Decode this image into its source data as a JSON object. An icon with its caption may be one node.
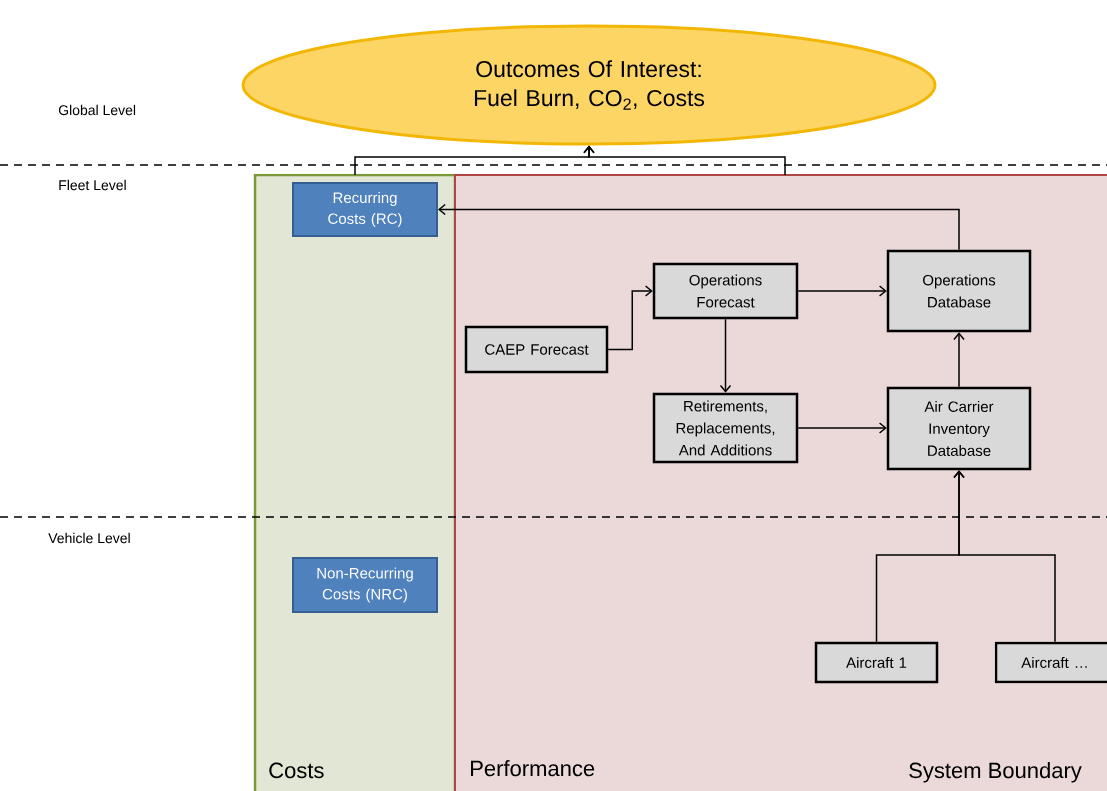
{
  "diagram": {
    "nodes": [
      {
        "text": [
          "Outcomes Of Interest: Fuel Burn, CO$_{2}$, Costs"
        ]
      },
      {
        "text": [
          "Costs"
        ]
      },
      {
        "text": [
          "Performance",
          "System Boundary"
        ]
      },
      {
        "text": [
          "Recurring Costs (RC)"
        ],
        "in": 1
      },
      {
        "text": [
          "Non-Recurring Costs (NRC)"
        ],
        "in": 1
      },
      {
        "text": [
          "CAEP Forecast"
        ],
        "in": 2
      },
      {
        "text": [
          "Operations Forecast"
        ],
        "in": 2
      },
      {
        "text": [
          "Retirements, Replacements, And Additions"
        ],
        "in": 2
      },
      {
        "text": [
          "Operations Database"
        ],
        "in": 2
      },
      {
        "text": [
          "Air Carrier Inventory Database"
        ],
        "in": 2
      },
      {
        "text": [
          "Aircraft 1"
        ],
        "in": 2
      },
      {
        "text": [
          "Aircraft …"
        ],
        "in": 2
      }
    ],
    "edges": [
      {
        "from": 1,
        "to": 0,
        "arrow": "to"
      },
      {
        "from": 2,
        "to": 0,
        "arrow": "to"
      },
      {
        "from": 8,
        "to": 3,
        "arrow": "to"
      },
      {
        "from": 5,
        "to": 6,
        "arrow": "to"
      },
      {
        "from": 6,
        "to": 8,
        "arrow": "to"
      },
      {
        "from": 6,
        "to": 7,
        "arrow": "to"
      },
      {
        "from": 7,
        "to": 9,
        "arrow": "to"
      },
      {
        "from": 9,
        "to": 8,
        "arrow": "to"
      },
      {
        "from": 10,
        "to": 9,
        "arrow": "to"
      },
      {
        "from": 11,
        "to": 9,
        "arrow": "to"
      }
    ],
    "labels": [
      "Global Level",
      "Fleet Level",
      "Vehicle Level"
    ]
  }
}
